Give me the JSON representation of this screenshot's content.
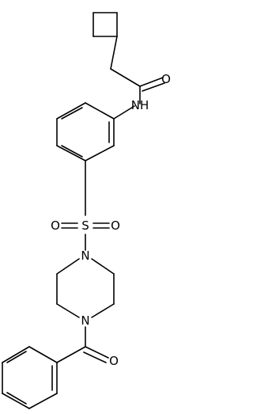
{
  "atom_labels": {
    "carbonyl_oxygen_top": "O",
    "amide_nitrogen": "NH",
    "sulfonyl_oxygen_left": "O",
    "sulfur": "S",
    "sulfonyl_oxygen_right": "O",
    "piperazine_nitrogen_top": "N",
    "piperazine_nitrogen_bottom": "N",
    "carbonyl_oxygen_bottom": "O"
  }
}
